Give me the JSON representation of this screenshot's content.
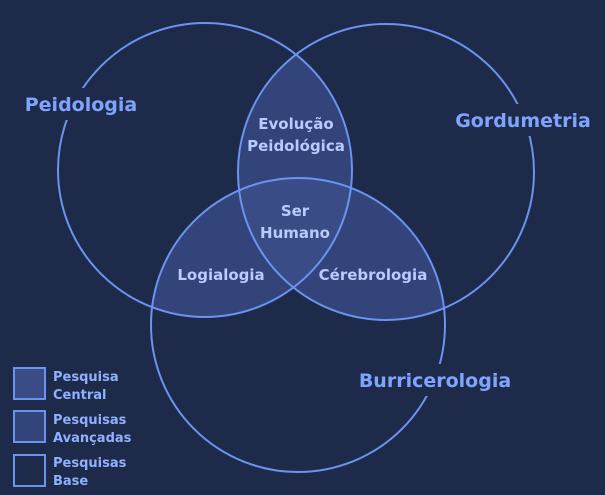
{
  "colors": {
    "background": "#1e2a4a",
    "stroke": "#6b93f0",
    "label": "#7fa4ff",
    "zone_text": "#b8ccff",
    "fill_light": "#2c3c68",
    "fill_mid": "#33447a",
    "fill_dark": "#3a4c86",
    "legend_text": "#8fb0ff"
  },
  "sets": {
    "top_left": "Peidologia",
    "top_right": "Gordumetria",
    "bottom": "Burricerologia"
  },
  "zones": {
    "top_pair": [
      "Evolução",
      "Peidológica"
    ],
    "left_pair": "Logialogia",
    "right_pair": "Cérebrologia",
    "center": [
      "Ser",
      "Humano"
    ]
  },
  "legend": [
    {
      "lines": [
        "Pesquisa",
        "Central"
      ],
      "fill": "fill_dark"
    },
    {
      "lines": [
        "Pesquisas",
        "Avançadas"
      ],
      "fill": "fill_mid"
    },
    {
      "lines": [
        "Pesquisas",
        "Base"
      ],
      "fill": "none"
    }
  ]
}
